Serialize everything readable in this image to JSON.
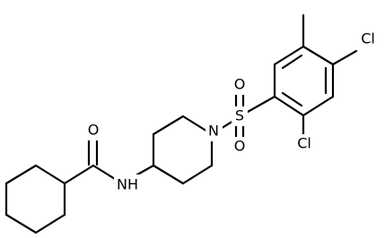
{
  "atoms": {
    "nh": "NH",
    "n": "N",
    "s": "S",
    "o_carbonyl": "O",
    "o_top": "O",
    "o_bottom": "O",
    "cl_top": "Cl",
    "cl_bottom": "Cl"
  }
}
